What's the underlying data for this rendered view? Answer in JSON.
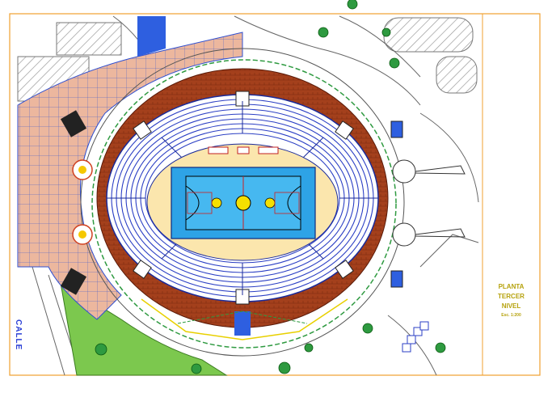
{
  "title_block": {
    "line1": "PLANTA",
    "line2": "TERCER",
    "line3": "NIVEL",
    "scale": "Esc. 1:200"
  },
  "street_label": "CALLE",
  "colors": {
    "frame": "#f0a030",
    "court": "#2ea3e6",
    "seat_rows": "#2b3fc4",
    "concourse": "#9c3a1a",
    "plaza_tiles": "#e8b49a",
    "lawn": "#7cc84e",
    "arena_floor": "#fbe6ad"
  }
}
